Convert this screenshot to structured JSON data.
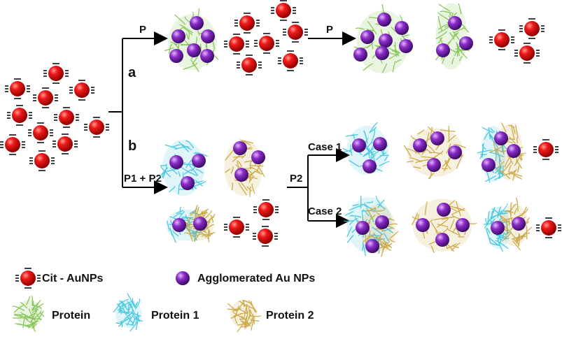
{
  "paths": {
    "a_label": "a",
    "b_label": "b",
    "p_step1": "P",
    "p_step2": "P",
    "p1p2_label": "P1 + P2",
    "p2_label": "P2",
    "case1_label": "Case 1",
    "case2_label": "Case 2"
  },
  "legend": {
    "cit_aunps": "Cit - AuNPs",
    "agglomerated": "Agglomerated Au NPs",
    "protein": "Protein",
    "protein1": "Protein 1",
    "protein2": "Protein 2"
  },
  "colors": {
    "citrate_np": "#e8141c",
    "agglomerated_np": "#8a2cc8",
    "protein": "#7cc04a",
    "protein1": "#37c3dc",
    "protein2": "#c8a23a",
    "arrow": "#000000"
  }
}
